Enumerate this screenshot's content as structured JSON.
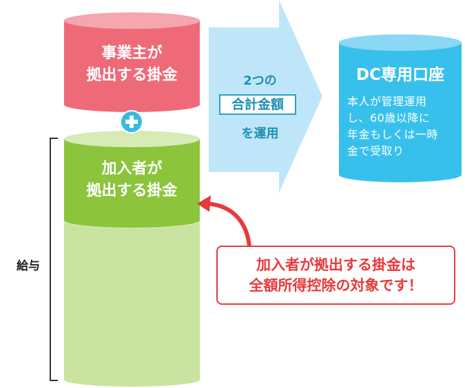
{
  "employer_cylinder": {
    "line1": "事業主が",
    "line2": "拠出する掛金"
  },
  "member_cylinder": {
    "line1": "加入者が",
    "line2": "拠出する掛金"
  },
  "arrow": {
    "line1": "2つの",
    "boxed": "合計金額",
    "line3": "を運用"
  },
  "dc_account": {
    "title": "DC専用口座",
    "body_lines": [
      "本人が管理運用",
      "し、60歳以降に",
      "年金もしくは一時",
      "金で受取り"
    ]
  },
  "note": {
    "line1": "加入者が拠出する掛金は",
    "line2": "全額所得控除の対象です！"
  },
  "salary": {
    "label": "給与"
  },
  "colors": {
    "employer": "#ef6a78",
    "member": "#8cc43c",
    "salary": "#c8e4a0",
    "arrow": "#bfe6f8",
    "dc_account": "#38c0ec",
    "note": "#e83a3a",
    "plus": "#39b9e8"
  }
}
